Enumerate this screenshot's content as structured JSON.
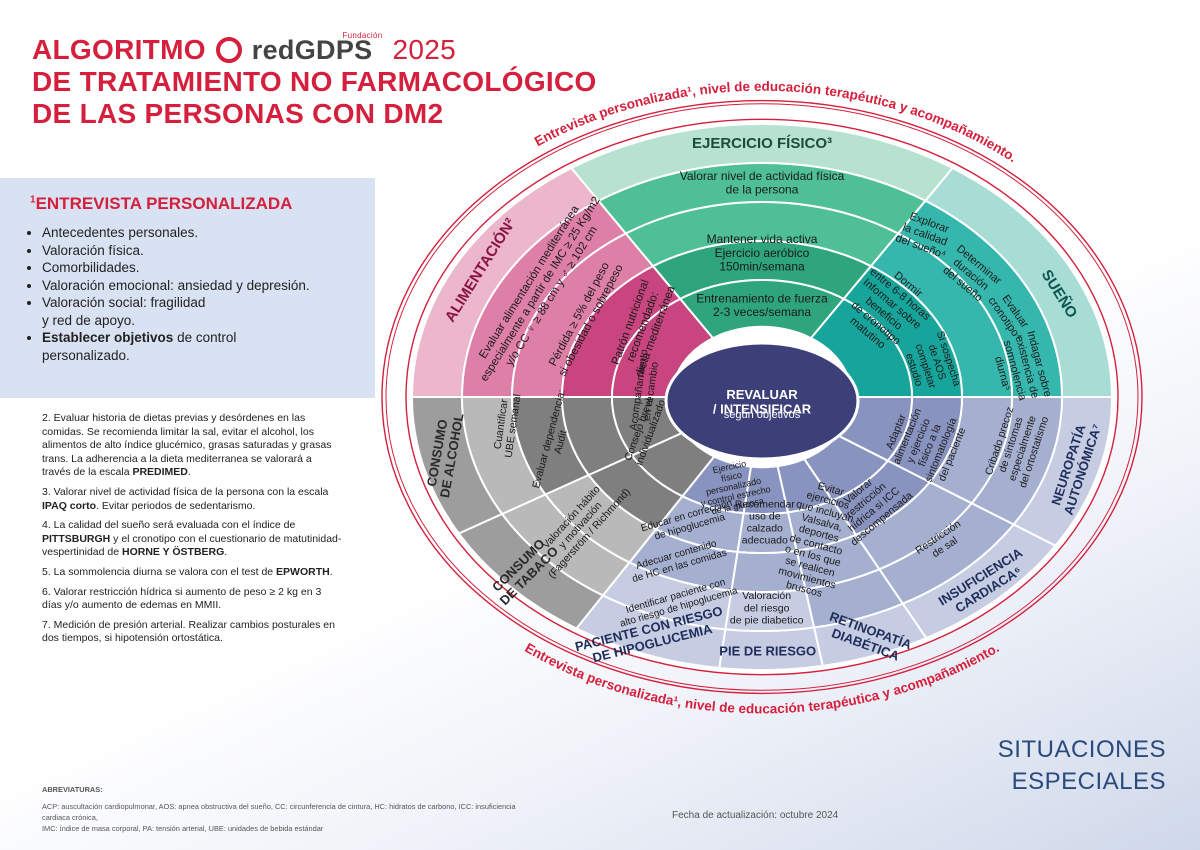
{
  "title": {
    "line1_a": "ALGORITMO",
    "brand_sup": "Fundación",
    "brand": "redGDPS",
    "year": "2025",
    "line2": "DE TRATAMIENTO NO FARMACOLÓGICO",
    "line3": "DE LAS PERSONAS CON DM2"
  },
  "interview_panel": {
    "title_sup": "1",
    "title": "ENTREVISTA PERSONALIZADA",
    "items": [
      "Antecedentes personales.",
      "Valoración física.",
      "Comorbilidades.",
      "Valoración emocional: ansiedad y depresión.",
      "Valoración social: fragilidad",
      "y red de apoyo."
    ],
    "last_bold": "Establecer objetivos",
    "last_rest": " de control",
    "last_line2": "personalizado."
  },
  "notes": {
    "n2": "2. Evaluar historia de dietas previas y desórdenes en las comidas. Se recomienda limitar la sal, evitar el alcohol, los alimentos de alto índice glucémico, grasas saturadas y grasas trans. La adherencia a la dieta mediterranea se valorará a través de la escala ",
    "n2_bold": "PREDIMED",
    "n3_a": "3. Valorar nivel de actividad física de la persona con la escala ",
    "n3_bold": "IPAQ corto",
    "n3_b": ". Evitar periodos de sedentarismo.",
    "n4_a": "4. La calidad del sueño será evaluada con el índice de ",
    "n4_bold1": "PITTSBURGH",
    "n4_b": " y el cronotipo con el cuestionario de matutinidad-vespertinidad de ",
    "n4_bold2": "HORNE Y ÖSTBERG",
    "n5_a": "5. La sommolencia diurna se valora con el test de ",
    "n5_bold": "EPWORTH",
    "n6": "6. Valorar restricción hídrica si aumento de peso ≥ 2 kg en 3 días y/o aumento de edemas en MMII.",
    "n7": "7. Medición de presión arterial.  Realizar cambios posturales en dos tiempos, si hipotensión ortostática."
  },
  "abbreviations": {
    "heading": "ABREVIATURAS:",
    "line1": "ACP: auscultación cardiopulmonar, AOS: apnea obstructiva del sueño, CC: circunferencia de cintura, HC: hidratos  de carbono, ICC: insuficiencia cardiaca crónica,",
    "line2": "IMC: índice de masa corporal, PA: tensión arterial, UBE: unidades de bebida estándar"
  },
  "footer": {
    "fecha": "Fecha de actualización: octubre 2024",
    "situ1": "SITUACIONES",
    "situ2": "ESPECIALES"
  },
  "arc_text": {
    "top": "Entrevista personalizada¹, nivel de educación terapéutica y acompañamiento.",
    "bottom": "Entrevista personalizada¹, nivel de educación terapéutica y acompañamiento."
  },
  "center": {
    "line1": "REVALUAR",
    "line2": "/ INTENSIFICAR",
    "line3": "según objetivos"
  },
  "sectors": {
    "alimentacion": {
      "label": "ALIMENTACIÓN²",
      "outer": [
        "Evaluar alimentación mediterránea",
        "especialmente a partir de IMC ≥ 25 Kg/m2",
        "y/o CC ♀ ≥ 88 cm y ♂ ≥ 102 cm"
      ],
      "mid": [
        "Pérdida ≥ 5% del peso",
        "si obesidad o sobrepeso"
      ],
      "inner": [
        "Patrón nutricional",
        "recomendado:",
        "dieta mediterránea"
      ]
    },
    "ejercicio": {
      "label": "EJERCICIO FÍSICO³",
      "outer": [
        "Valorar nivel de actividad física",
        "de la persona"
      ],
      "mid": [
        "Mantener vida activa",
        "Ejercicio aeróbico",
        "150min/semana"
      ],
      "inner": [
        "Entrenamiento de fuerza",
        "2-3 veces/semana"
      ]
    },
    "sueno": {
      "label": "SUEÑO",
      "a": [
        "Explorar",
        "la calidad",
        "del sueño⁴"
      ],
      "b": [
        "Determinar",
        "duración",
        "del sueño"
      ],
      "c": [
        "Evaluar",
        "cronotipo⁴"
      ],
      "d": [
        "Indagar sobre",
        "existencia de",
        "somnolencia",
        "diurna⁵"
      ],
      "e": [
        "Dormir",
        "entre 6-8 horas",
        "Informar sobre",
        "beneficio",
        "de cronotipo",
        "matutino"
      ],
      "f": [
        "Si sospecha",
        "de AOS",
        "completar",
        "estudio"
      ]
    },
    "alcohol": {
      "label": [
        "CONSUMO",
        "DE ALCOHOL"
      ],
      "a": [
        "Cuantificar",
        "UBE semanal"
      ],
      "b": [
        "Evaluar dependencia:",
        "Audit"
      ]
    },
    "tabaco": {
      "label": [
        "CONSUMO",
        "DE TABACO"
      ],
      "a": [
        "Valoración hábito",
        "y motivación",
        "(Fagerström / Richmond)"
      ]
    },
    "consejo": {
      "a": [
        "Consejo breve",
        "individualizado"
      ],
      "b": [
        "Acompañamiento",
        "en el cambio"
      ]
    },
    "hipoglucemia": {
      "label": [
        "PACIENTE CON RIESGO",
        "DE HIPOGLUCEMIA"
      ],
      "a": [
        "Ejercicio",
        "físico",
        "personalizado",
        "y control estrecho",
        "de la glucosa"
      ],
      "b": [
        "Educar en corrección",
        "de hipoglucemia"
      ],
      "c": [
        "Adecuar contenido",
        "de HC en las comidas"
      ],
      "d": [
        "Identificar paciente con",
        "alto riesgo de hipoglucemia"
      ]
    },
    "pie": {
      "label": "PIE DE RIESGO",
      "a": [
        "Recomendar",
        "uso de",
        "calzado",
        "adecuado"
      ],
      "b": [
        "Valoración",
        "del riesgo",
        "de pie diabetico"
      ]
    },
    "retinopatia": {
      "label": [
        "RETINOPATÍA",
        "DIABÉTICA"
      ],
      "a": [
        "Evitar",
        "ejercicios",
        "que incluyan",
        "Valsalva,",
        "deportes",
        "de contacto",
        "o en los que",
        "se realicen",
        "movimientos",
        "bruscos"
      ]
    },
    "insuficiencia": {
      "label": [
        "INSUFICIENCIA",
        "CARDIACA⁶"
      ],
      "a": [
        "Valorar",
        "restricción",
        "hídrica si ICC",
        "descompensada"
      ],
      "b": [
        "Restricción",
        "de sal"
      ]
    },
    "neuropatia": {
      "label": [
        "NEUROPATÍA",
        "AUTONÓMICA⁷"
      ],
      "a": [
        "Adaptar",
        "alimentación",
        "y ejercicio",
        "físico a la",
        "sintomatología",
        "del paciente"
      ],
      "b": [
        "Cribado precoz",
        "de síntomas",
        "especialmente",
        "del ortostatismo"
      ]
    }
  },
  "colors": {
    "red": "#d4203d",
    "pink_light": "#ecb6cb",
    "pink_mid": "#de7fa8",
    "pink_dark": "#c9457f",
    "green_light": "#b7e2cf",
    "green_mid": "#4fbf96",
    "green_dark": "#2ea57c",
    "teal_light": "#a8ddd6",
    "teal_mid": "#36b7ae",
    "teal_dark": "#17a49a",
    "grey_light": "#b9b9b9",
    "grey_mid": "#9d9d9d",
    "grey_dark": "#7f7f7f",
    "blue_light": "#c6cde3",
    "blue_mid": "#a5b0d1",
    "blue_dark": "#8893bf",
    "center": "#3d3f78",
    "panel": "#d9e2f2",
    "situ": "#2a4a7e"
  }
}
